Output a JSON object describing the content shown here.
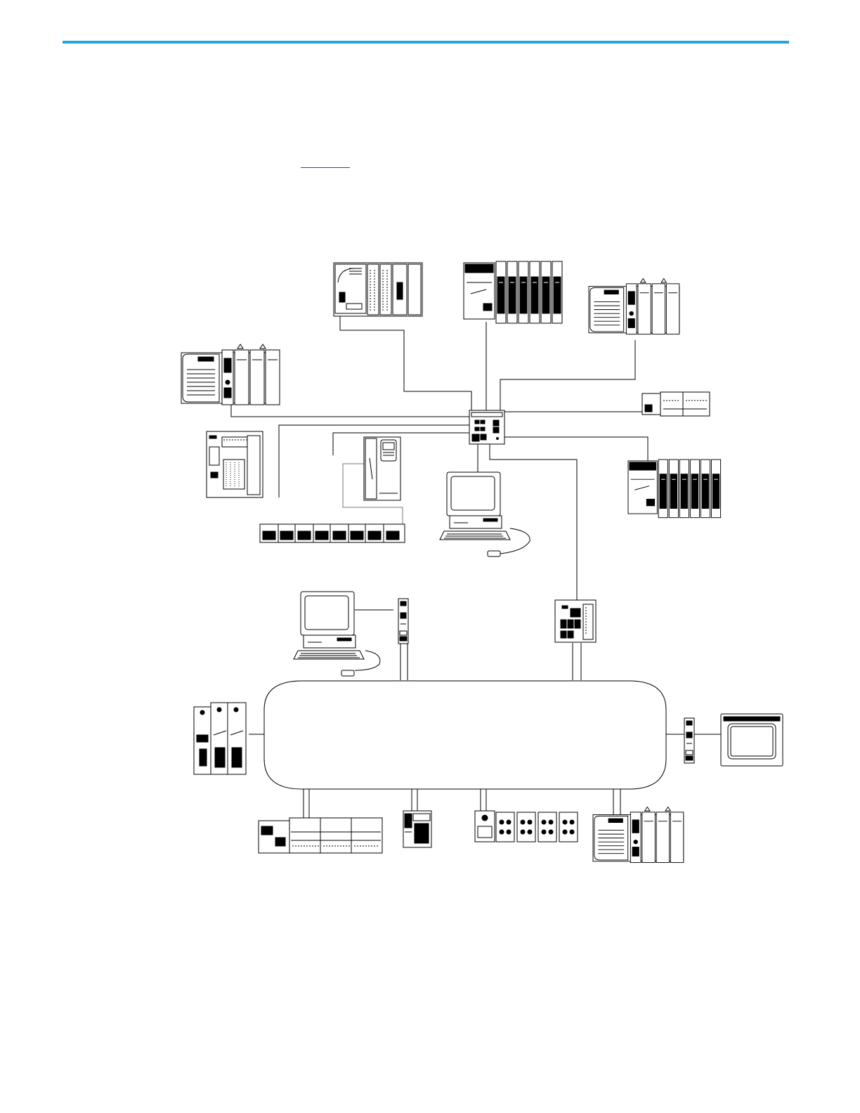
{
  "page": {
    "accent_color": "#1fa6df",
    "cross_reference_link": ""
  },
  "diagram": {
    "line_color": "#000000",
    "ring": "device-level-ring",
    "nodes": [
      {
        "id": "compact-controller-top",
        "icon": "compactlogix-controller-icon"
      },
      {
        "id": "compact5000-io-top",
        "icon": "compact5000-io-icon"
      },
      {
        "id": "controllogix-chassis-top-right",
        "icon": "controllogix-chassis-icon"
      },
      {
        "id": "controllogix-chassis-left",
        "icon": "controllogix-chassis-icon"
      },
      {
        "id": "stratix-switch-central",
        "icon": "managed-switch-icon"
      },
      {
        "id": "micro-controller-right",
        "icon": "micro-controller-icon"
      },
      {
        "id": "compact5000-io-right",
        "icon": "compact5000-io-icon"
      },
      {
        "id": "io-adapter-left",
        "icon": "io-adapter-icon"
      },
      {
        "id": "powerflex-drive",
        "icon": "drive-icon"
      },
      {
        "id": "point-io-rack",
        "icon": "distributed-io-icon"
      },
      {
        "id": "workstation-top",
        "icon": "computer-icon"
      },
      {
        "id": "workstation-ring",
        "icon": "computer-icon"
      },
      {
        "id": "ring-tap-top",
        "icon": "ethernet-tap-icon"
      },
      {
        "id": "ring-switch",
        "icon": "managed-switch-icon"
      },
      {
        "id": "servo-drives",
        "icon": "servo-drive-icon"
      },
      {
        "id": "ring-tap-right",
        "icon": "ethernet-tap-icon"
      },
      {
        "id": "hmi-terminal",
        "icon": "hmi-terminal-icon"
      },
      {
        "id": "io-block-bottom-left",
        "icon": "distributed-io-icon"
      },
      {
        "id": "io-adapter-bottom",
        "icon": "io-adapter-icon"
      },
      {
        "id": "armor-block-io",
        "icon": "on-machine-io-icon"
      },
      {
        "id": "controllogix-chassis-bottom-right",
        "icon": "controllogix-chassis-icon"
      }
    ]
  }
}
